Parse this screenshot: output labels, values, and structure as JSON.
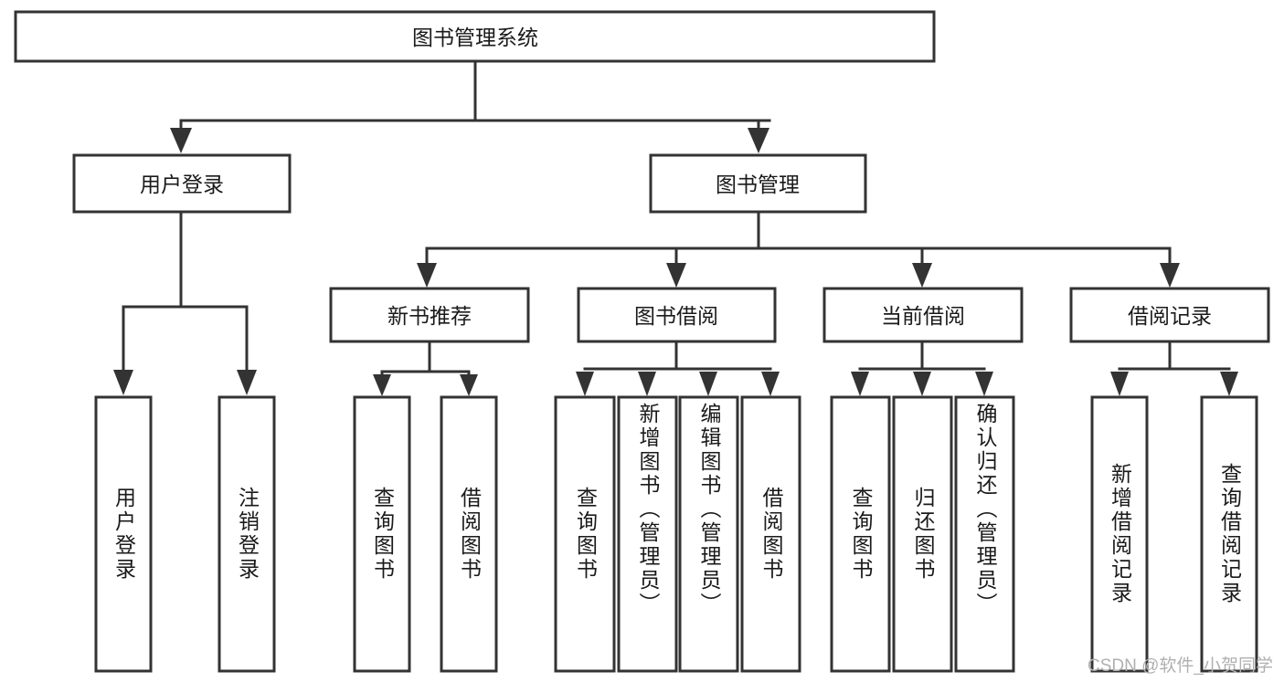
{
  "diagram": {
    "type": "tree",
    "title": "图书管理系统",
    "root": {
      "id": "root",
      "label": "图书管理系统"
    },
    "level2": [
      {
        "id": "user-login",
        "label": "用户登录"
      },
      {
        "id": "book-manage",
        "label": "图书管理"
      }
    ],
    "level3": [
      {
        "id": "new-book-recommend",
        "label": "新书推荐"
      },
      {
        "id": "book-borrow",
        "label": "图书借阅"
      },
      {
        "id": "current-borrow",
        "label": "当前借阅"
      },
      {
        "id": "borrow-record",
        "label": "借阅记录"
      }
    ],
    "leaves": {
      "user_login": [
        {
          "id": "leaf-user-login",
          "label": "用户登录"
        },
        {
          "id": "leaf-user-logout",
          "label": "注销登录"
        }
      ],
      "new_book_recommend": [
        {
          "id": "leaf-query-book-1",
          "label": "查询图书"
        },
        {
          "id": "leaf-borrow-book-1",
          "label": "借阅图书"
        }
      ],
      "book_borrow": [
        {
          "id": "leaf-query-book-2",
          "label": "查询图书"
        },
        {
          "id": "leaf-add-book",
          "label": "新增图书（管理员）"
        },
        {
          "id": "leaf-edit-book",
          "label": "编辑图书（管理员）"
        },
        {
          "id": "leaf-borrow-book-2",
          "label": "借阅图书"
        }
      ],
      "current_borrow": [
        {
          "id": "leaf-query-book-3",
          "label": "查询图书"
        },
        {
          "id": "leaf-return-book",
          "label": "归还图书"
        },
        {
          "id": "leaf-confirm-return",
          "label": "确认归还（管理员）"
        }
      ],
      "borrow_record": [
        {
          "id": "leaf-add-record",
          "label": "新增借阅记录"
        },
        {
          "id": "leaf-query-record",
          "label": "查询借阅记录"
        }
      ]
    },
    "colors": {
      "stroke": "#333333",
      "fill": "#ffffff",
      "text": "#1a1a1a",
      "watermark": "#b0b0b0"
    }
  },
  "watermark": {
    "text": "CSDN @软件_小贺同学"
  }
}
